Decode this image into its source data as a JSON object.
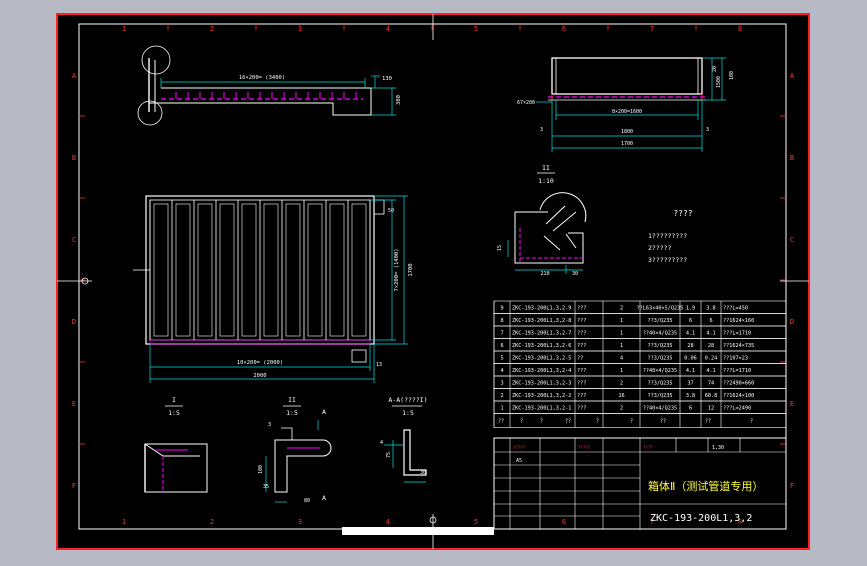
{
  "colors": {
    "window_bg": "#b7bac4",
    "canvas": "#000000",
    "frame": "#ff2020",
    "line": "#ffffff",
    "dim": "#00e0e0",
    "hidden": "#ff00ff",
    "text": "#ffffff",
    "title_text": "#ffff40",
    "grid_label": "#ff3030",
    "table_text": "#ffffff"
  },
  "grid_columns": [
    "1",
    "2",
    "3",
    "4",
    "5",
    "6",
    "7",
    "8"
  ],
  "grid_rows": [
    "A",
    "B",
    "C",
    "D",
    "E",
    "F"
  ],
  "top_view": {
    "dim_length": "16×200= (3400)",
    "dim_right_1": "130",
    "dim_right_2": "380"
  },
  "plan_view": {
    "dim_bottom_1": "10×200= (2000)",
    "dim_bottom_2": "2000",
    "dim_right_1": "7×200= (1400)",
    "dim_right_2": "1700",
    "dim_right_3": "50",
    "dim_side_tick": "13"
  },
  "side_view": {
    "dim_left": "67×200",
    "dim_bottom_1": "8×200=1600",
    "dim_bottom_2": "1800",
    "dim_bottom_3": "1700",
    "dim_right_1": "20",
    "dim_right_2": "1500",
    "dim_right_3": "100",
    "dim_left_tick": "3",
    "dim_right_tick": "3"
  },
  "detail_2": {
    "title": "II",
    "scale": "1:10",
    "dim_left": "15",
    "dim_bottom_1": "210",
    "dim_bottom_2": "30"
  },
  "section_1": {
    "title": "I",
    "scale": "1:5"
  },
  "section_2": {
    "title": "II",
    "scale": "1:5",
    "section_mark": "A",
    "section_mark_bottom": "A",
    "dim_left": "100",
    "dim_top": "3",
    "dim_right": "80",
    "dim_side": "35"
  },
  "section_aa": {
    "title": "A-A(????I)",
    "scale": "1:5",
    "dim_1": "75",
    "dim_2": "30",
    "dim_3": "4"
  },
  "notes": {
    "heading": "????",
    "lines": [
      "1?????????",
      "2?????",
      "3?????????"
    ]
  },
  "parts_table": {
    "rows": [
      [
        "9",
        "ZKC-193-200L1,3,2-9",
        "???",
        "2",
        "??L63×40×5/Q235",
        "1.9",
        "3.8",
        "???L=450"
      ],
      [
        "8",
        "ZKC-193-200L1,3,2-8",
        "???",
        "1",
        "??3/Q235",
        "6",
        "6",
        "??1624×160"
      ],
      [
        "7",
        "ZKC-193-200L1,3,2-7",
        "???",
        "1",
        "??40×4/Q235",
        "4.1",
        "4.1",
        "???L=1710"
      ],
      [
        "6",
        "ZKC-193-200L1,3,2-6",
        "???",
        "1",
        "??3/Q235",
        "28",
        "28",
        "??1624×735"
      ],
      [
        "5",
        "ZKC-193-200L1,3,2-5",
        "??",
        "4",
        "??3/Q235",
        "0.06",
        "0.24",
        "??107×23"
      ],
      [
        "4",
        "ZKC-193-200L1,3,2-4",
        "???",
        "1",
        "??40×4/Q235",
        "4.1",
        "4.1",
        "???L=1710"
      ],
      [
        "3",
        "ZKC-193-200L1,3,2-3",
        "???",
        "2",
        "??3/Q235",
        "37",
        "74",
        "??2490×660"
      ],
      [
        "2",
        "ZKC-193-200L1,3,2-2",
        "???",
        "16",
        "??3/Q235",
        "3.8",
        "60.8",
        "??1624×100"
      ],
      [
        "1",
        "ZKC-193-200L1,3,2-1",
        "???",
        "2",
        "??40×4/Q235",
        "6",
        "12",
        "???L=2490"
      ]
    ],
    "header": [
      "??",
      "?",
      "?",
      "??",
      "?",
      "?",
      "??",
      "??\n??",
      "?"
    ]
  },
  "title_block": {
    "drawing_title": "箱体Ⅱ（测试管道专用）",
    "drawing_number": "ZKC-193-200L1,3,2",
    "scale_value": "1,30",
    "stamp_1": "A5",
    "small_labels": [
      "?????",
      "?????",
      "????"
    ]
  }
}
